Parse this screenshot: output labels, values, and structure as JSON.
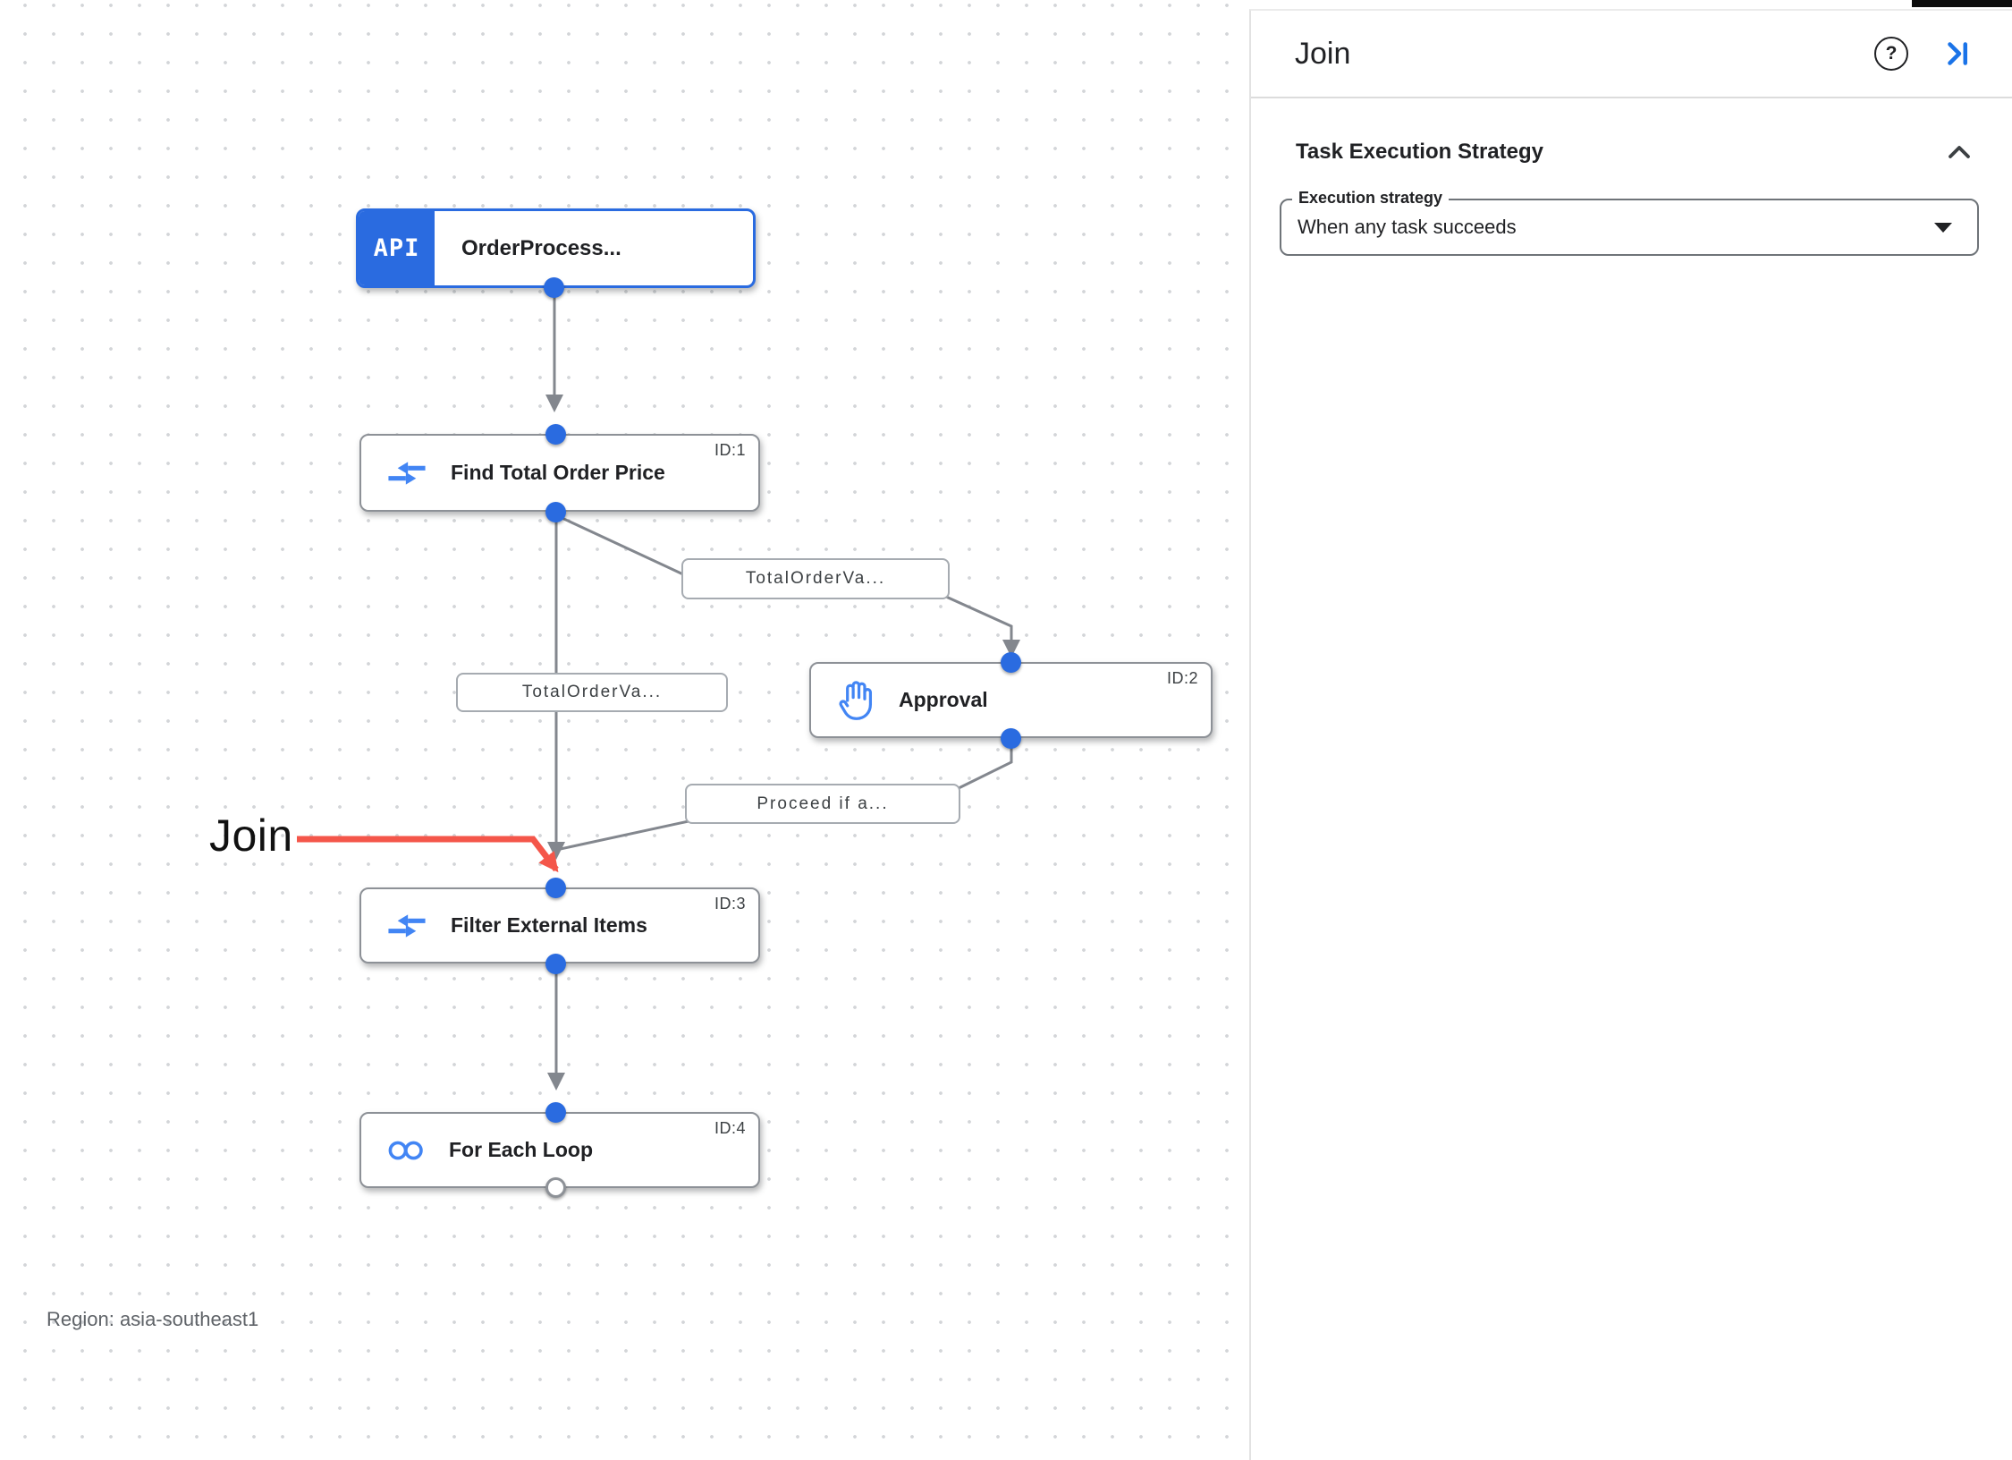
{
  "canvas": {
    "region_label": "Region: asia-southeast1",
    "annotation": {
      "label": "Join",
      "color": "#f4564a"
    },
    "trigger": {
      "badge": "API",
      "label": "OrderProcess..."
    },
    "nodes": [
      {
        "label": "Find Total Order Price",
        "id_label": "ID:1",
        "icon": "data-mapping-icon"
      },
      {
        "label": "Approval",
        "id_label": "ID:2",
        "icon": "hand-icon"
      },
      {
        "label": "Filter External Items",
        "id_label": "ID:3",
        "icon": "data-mapping-icon"
      },
      {
        "label": "For Each Loop",
        "id_label": "ID:4",
        "icon": "loop-icon"
      }
    ],
    "edge_labels": [
      {
        "text": "TotalOrderVa..."
      },
      {
        "text": "TotalOrderVa..."
      },
      {
        "text": "Proceed if a..."
      }
    ]
  },
  "panel": {
    "title": "Join",
    "section": {
      "title": "Task Execution Strategy",
      "field_label": "Execution strategy",
      "field_value": "When any task succeeds"
    }
  },
  "icons": {
    "help_glyph": "?",
    "help": "help-icon",
    "collapse_panel": "collapse-panel-icon",
    "section_collapse": "chevron-up-icon",
    "dropdown_caret": "caret-down-icon"
  },
  "colors": {
    "accent_blue": "#2a6be0",
    "icon_blue": "#4285f4",
    "link_blue": "#1a73e8",
    "edge_gray": "#83878e",
    "label_border": "#a6abb1",
    "annotation_red": "#f4564a",
    "region_text": "#5f6368",
    "grid_dot": "#d3d5d8"
  }
}
